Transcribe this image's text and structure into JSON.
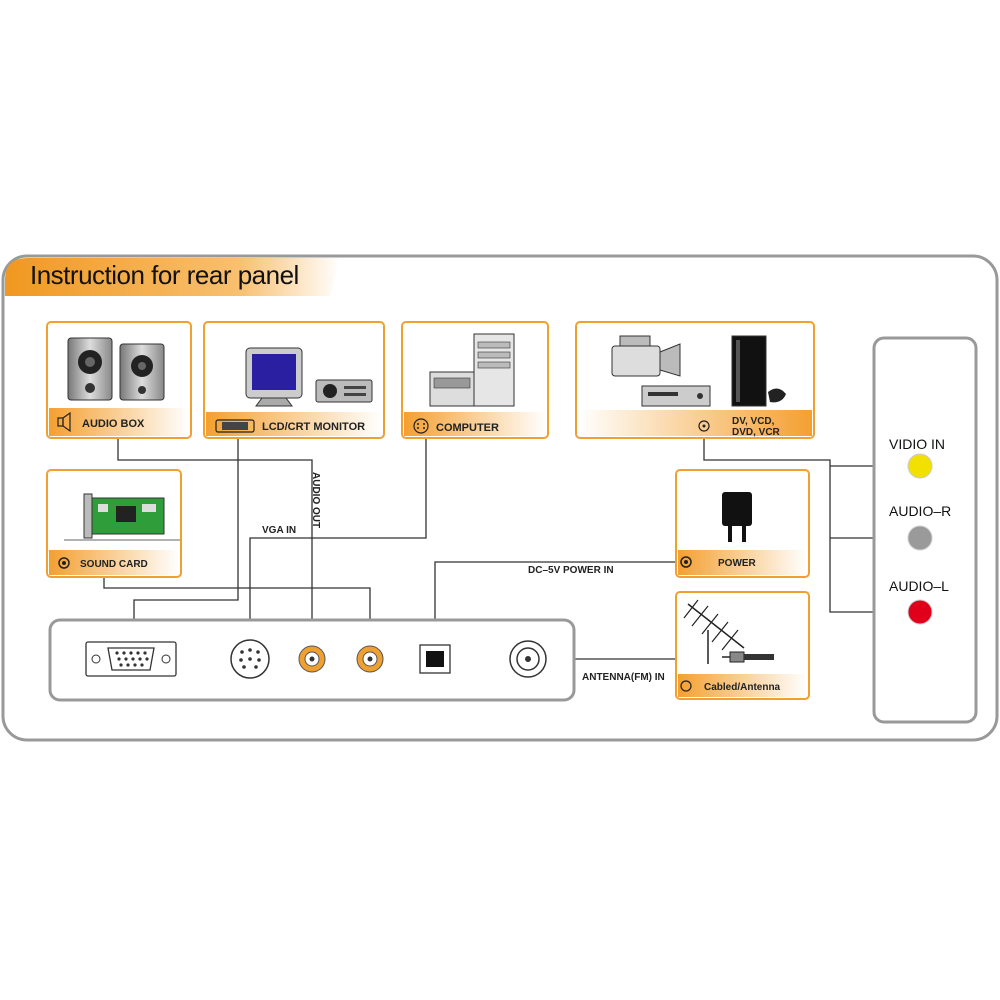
{
  "title": "Instruction for rear panel",
  "devices": {
    "audio_box": "AUDIO BOX",
    "monitor": "LCD/CRT MONITOR",
    "computer": "COMPUTER",
    "av_sources": [
      "DV, VCD,",
      "DVD, VCR"
    ],
    "sound_card": "SOUND  CARD",
    "power": "POWER",
    "antenna": "Cabled/Antenna"
  },
  "connections": {
    "audio_out": "AUDIO OUT",
    "vga_in": "VGA IN",
    "dc_power_in": "DC–5V POWER IN",
    "antenna_in": "ANTENNA(FM) IN"
  },
  "side_ports": [
    {
      "label": "VIDIO IN",
      "color": "#f2e000"
    },
    {
      "label": "AUDIO–R",
      "color": "#9a9a9a"
    },
    {
      "label": "AUDIO–L",
      "color": "#e0001b"
    }
  ],
  "colors": {
    "accent": "#f0a030",
    "panel_border": "#9a9a9a"
  }
}
